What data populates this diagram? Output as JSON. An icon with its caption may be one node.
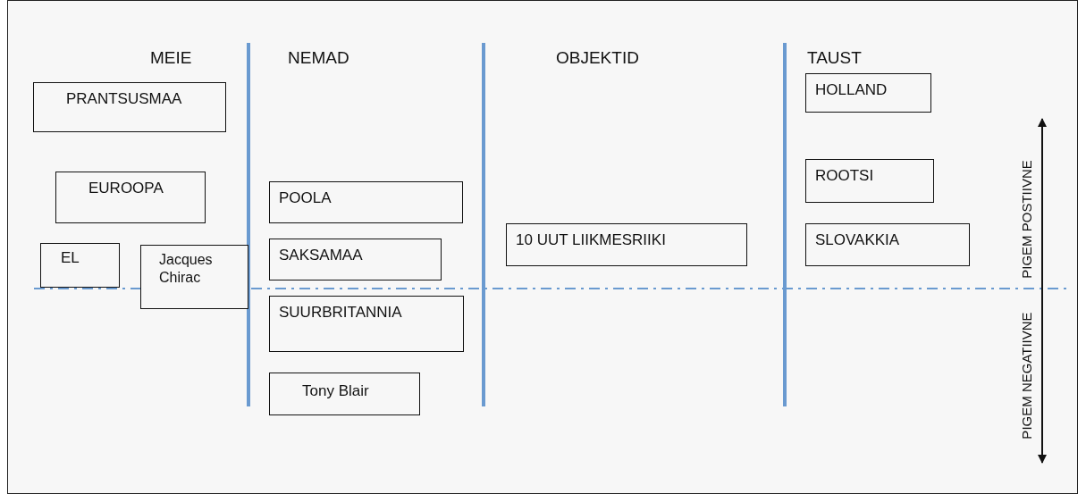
{
  "diagram": {
    "nodes": [
      {
        "text": [
          "PRANTSUSMAA"
        ]
      },
      {
        "text": [
          "EUROOPA"
        ]
      },
      {
        "text": [
          "EL"
        ]
      },
      {
        "text": [
          "Jacques Chirac"
        ]
      },
      {
        "text": [
          "POOLA"
        ]
      },
      {
        "text": [
          "SAKSAMAA"
        ]
      },
      {
        "text": [
          "SUURBRITANNIA"
        ]
      },
      {
        "text": [
          "Tony Blair"
        ]
      },
      {
        "text": [
          "10 UUT LIIKMESRIIKI"
        ]
      },
      {
        "text": [
          "HOLLAND"
        ]
      },
      {
        "text": [
          "ROOTSI"
        ]
      },
      {
        "text": [
          "SLOVAKKIA"
        ]
      }
    ],
    "edges": [],
    "labels": [
      "MEIE",
      "NEMAD",
      "OBJEKTID",
      "TAUST",
      "PIGEM POSTIIVNE",
      "PIGEM NEGATIIVNE"
    ]
  }
}
